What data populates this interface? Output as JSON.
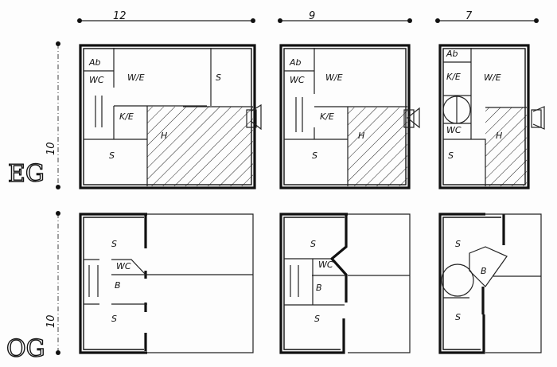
{
  "dimensions": {
    "width_plan1": "12",
    "width_plan2": "9",
    "width_plan3": "7",
    "height_eg": "10",
    "height_og": "10"
  },
  "floors": {
    "eg": "EG",
    "og": "OG"
  },
  "eg_plans": [
    {
      "rooms": [
        "Ab",
        "WC",
        "W/E",
        "S",
        "K/E",
        "H",
        "S"
      ]
    },
    {
      "rooms": [
        "Ab",
        "WC",
        "W/E",
        "K/E",
        "H",
        "S"
      ]
    },
    {
      "rooms": [
        "Ab",
        "K/E",
        "W/E",
        "WC",
        "H",
        "S"
      ]
    }
  ],
  "og_plans": [
    {
      "rooms": [
        "S",
        "WC",
        "B",
        "S"
      ]
    },
    {
      "rooms": [
        "S",
        "WC",
        "B",
        "S"
      ]
    },
    {
      "rooms": [
        "S",
        "B",
        "S"
      ]
    }
  ]
}
